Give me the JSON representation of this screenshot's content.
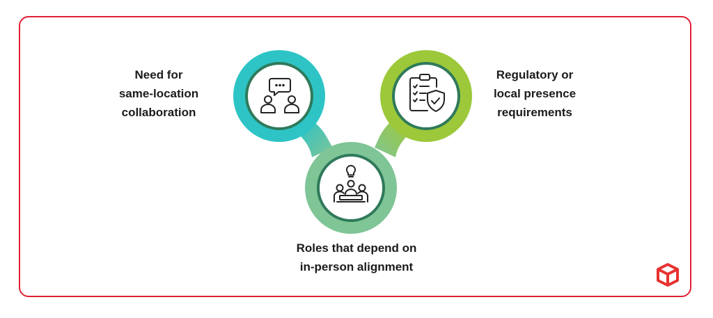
{
  "nodes": [
    {
      "id": "collaboration",
      "label_lines": [
        "Need for",
        "same-location",
        "collaboration"
      ],
      "icon": "people-chat-icon",
      "color": "#2ec4c6"
    },
    {
      "id": "regulatory",
      "label_lines": [
        "Regulatory or",
        "local presence",
        "requirements"
      ],
      "icon": "clipboard-shield-icon",
      "color": "#9cc83a"
    },
    {
      "id": "alignment",
      "label_lines": [
        "Roles that depend on",
        "in-person alignment"
      ],
      "icon": "team-meeting-lightbulb-icon",
      "color": "#7fc596"
    }
  ],
  "colors": {
    "frame_border": "#e02033",
    "icon_stroke": "#222222",
    "inner_ring": "#2f7a5b",
    "brand_logo": "#e8322f"
  },
  "brand_logo": "cube-logo"
}
